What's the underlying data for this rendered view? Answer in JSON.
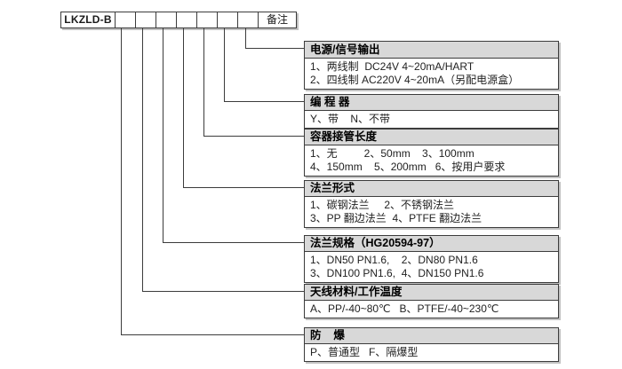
{
  "model_row": {
    "model": "LKZLD-B",
    "remark_label": "备注",
    "code_box_count": 7
  },
  "tables": [
    {
      "title": "电源/信号输出",
      "lines": [
        "1、两线制  DC24V 4~20mA/HART",
        "2、四线制 AC220V 4~20mA（另配电源盒）"
      ]
    },
    {
      "title": "编 程 器",
      "lines": [
        "Y、带    N、不带"
      ]
    },
    {
      "title": "容器接管长度",
      "lines": [
        "1、无         2、50mm    3、100mm",
        "4、150mm    5、200mm   6、按用户要求"
      ]
    },
    {
      "title": "法兰形式",
      "lines": [
        "1、碳钢法兰     2、不锈钢法兰",
        "3、PP 翻边法兰  4、PTFE 翻边法兰"
      ]
    },
    {
      "title": "法兰规格（HG20594-97）",
      "lines": [
        "1、DN50 PN1.6,    2、DN80 PN1.6",
        "3、DN100 PN1.6,  4、DN150 PN1.6"
      ]
    },
    {
      "title": "天线材料/工作温度",
      "lines": [
        "A、PP/-40~80℃   B、PTFE/-40~230℃"
      ]
    },
    {
      "title": "防    爆",
      "lines": [
        "P、普通型   F、隔爆型"
      ]
    }
  ],
  "colors": {
    "table_header_bg": "#d8d8d8",
    "border": "#3c3c3c",
    "background": "#ffffff"
  }
}
